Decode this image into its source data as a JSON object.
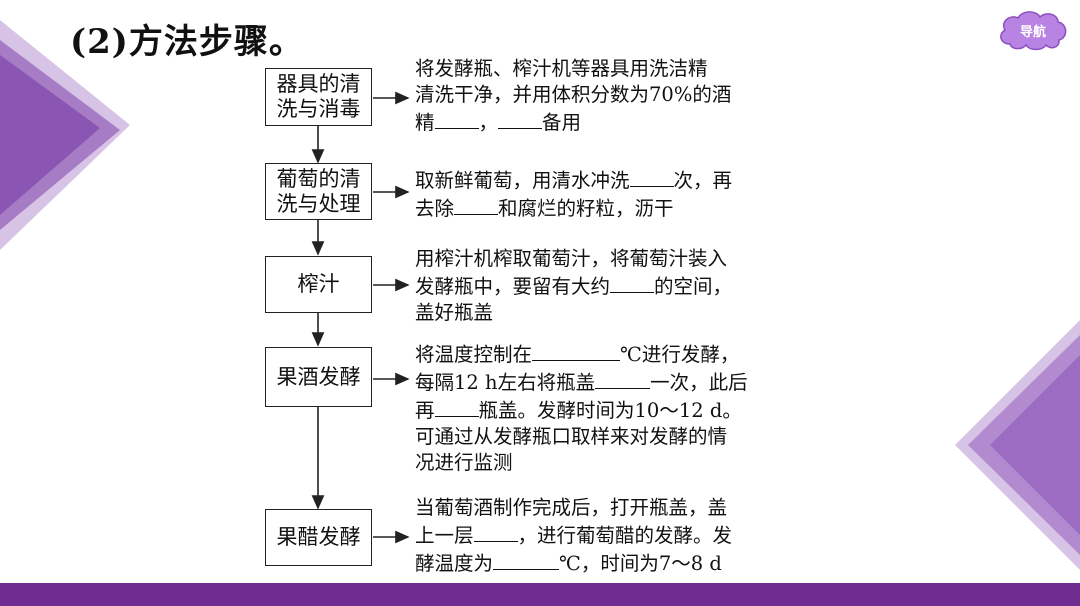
{
  "slide": {
    "title": "(2)方法步骤。",
    "nav_label": "导航",
    "colors": {
      "accent": "#6f2c91",
      "nav": "#b983e3",
      "deco_light": "#d7c3e6",
      "deco_mid": "#a67cc4"
    }
  },
  "steps": [
    {
      "box": "器具的清洗与消毒",
      "lines": [
        [
          "将发酵瓶、榨汁机等器具用洗洁精"
        ],
        [
          "清洗干净，并用体积分数为70%的酒"
        ],
        [
          "精",
          "____",
          "，",
          "____",
          "备用"
        ]
      ]
    },
    {
      "box": "葡萄的清洗与处理",
      "lines": [
        [
          "取新鲜葡萄，用清水冲洗",
          "____",
          "次，再"
        ],
        [
          "去除",
          "____",
          "和腐烂的籽粒，沥干"
        ]
      ]
    },
    {
      "box": "榨汁",
      "lines": [
        [
          "用榨汁机榨取葡萄汁，将葡萄汁装入"
        ],
        [
          "发酵瓶中，要留有大约",
          "____",
          "的空间，"
        ],
        [
          "盖好瓶盖"
        ]
      ]
    },
    {
      "box": "果酒发酵",
      "lines": [
        [
          "将温度控制在",
          "________",
          "℃进行发酵，"
        ],
        [
          "每隔12 h左右将瓶盖",
          "_____",
          "一次，此后"
        ],
        [
          "再",
          "____",
          "瓶盖。发酵时间为10～12 d。"
        ],
        [
          "可通过从发酵瓶口取样来对发酵的情"
        ],
        [
          "况进行监测"
        ]
      ]
    },
    {
      "box": "果醋发酵",
      "lines": [
        [
          "当葡萄酒制作完成后，打开瓶盖，盖"
        ],
        [
          "上一层",
          "____",
          "，进行葡萄醋的发酵。发"
        ],
        [
          "酵温度为",
          "______",
          "℃，时间为7～8 d"
        ]
      ]
    }
  ]
}
